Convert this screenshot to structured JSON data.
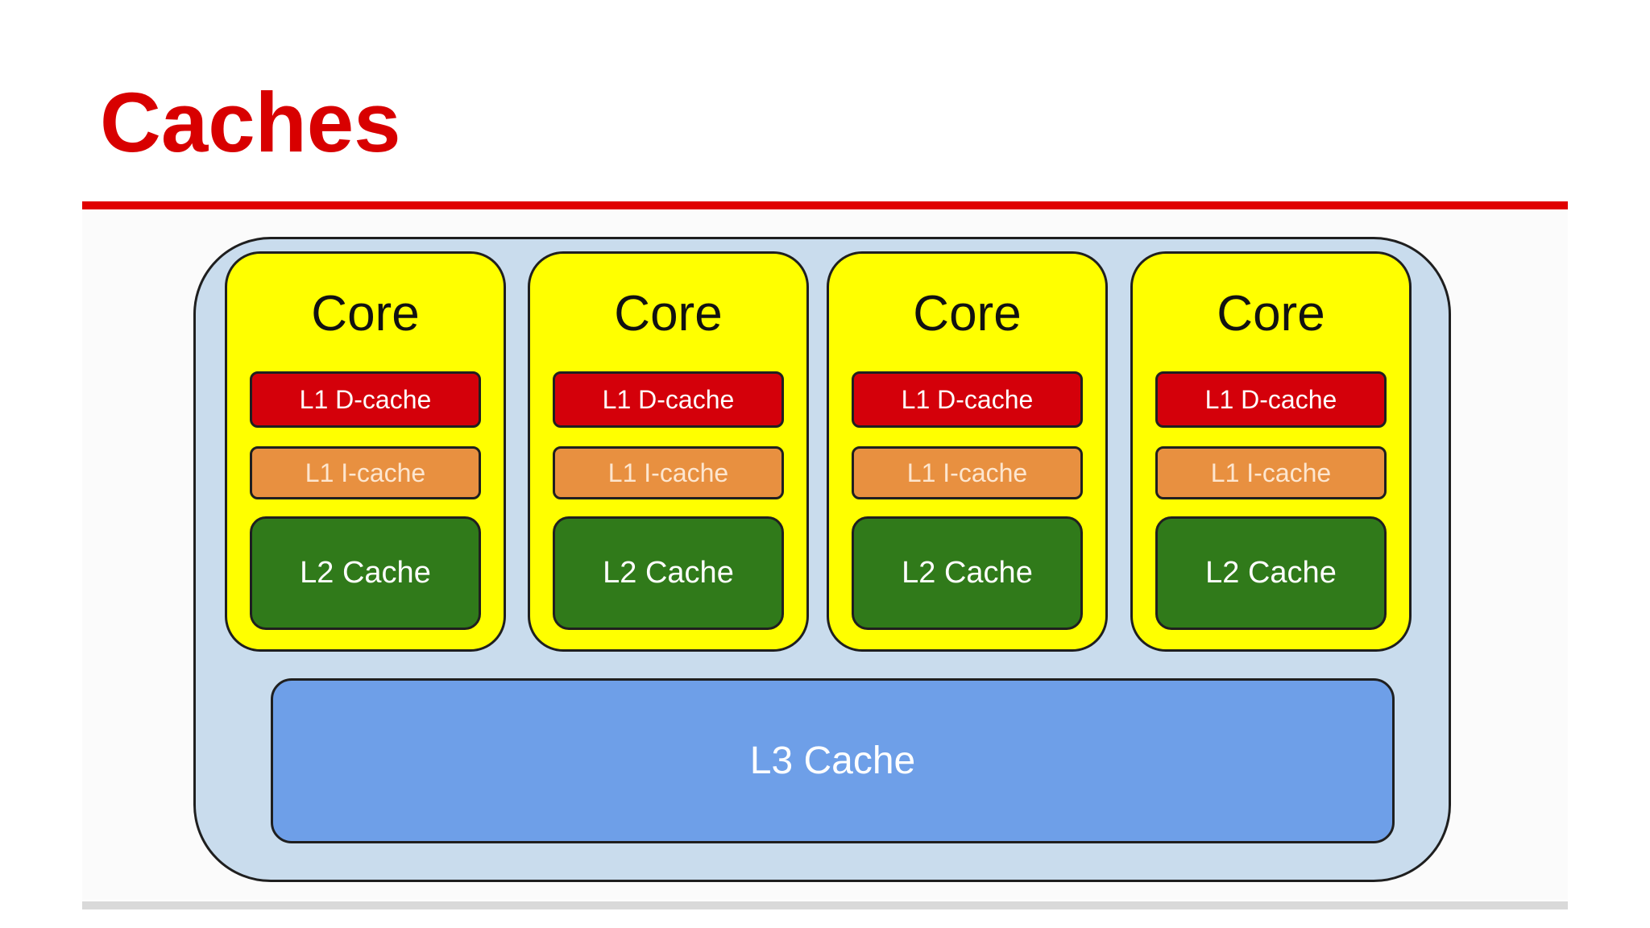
{
  "slide": {
    "title": "Caches"
  },
  "diagram": {
    "cores": [
      {
        "label": "Core",
        "l1d": "L1 D-cache",
        "l1i": "L1 I-cache",
        "l2": "L2 Cache"
      },
      {
        "label": "Core",
        "l1d": "L1 D-cache",
        "l1i": "L1 I-cache",
        "l2": "L2 Cache"
      },
      {
        "label": "Core",
        "l1d": "L1 D-cache",
        "l1i": "L1 I-cache",
        "l2": "L2 Cache"
      },
      {
        "label": "Core",
        "l1d": "L1 D-cache",
        "l1i": "L1 I-cache",
        "l2": "L2 Cache"
      }
    ],
    "l3": "L3 Cache"
  },
  "colors": {
    "title": "#d80000",
    "title_rule": "#e00000",
    "package": "#c9dced",
    "core": "#ffff00",
    "l1d": "#d4000a",
    "l1i": "#e89040",
    "l2": "#307a1a",
    "l3": "#6e9fe8"
  }
}
